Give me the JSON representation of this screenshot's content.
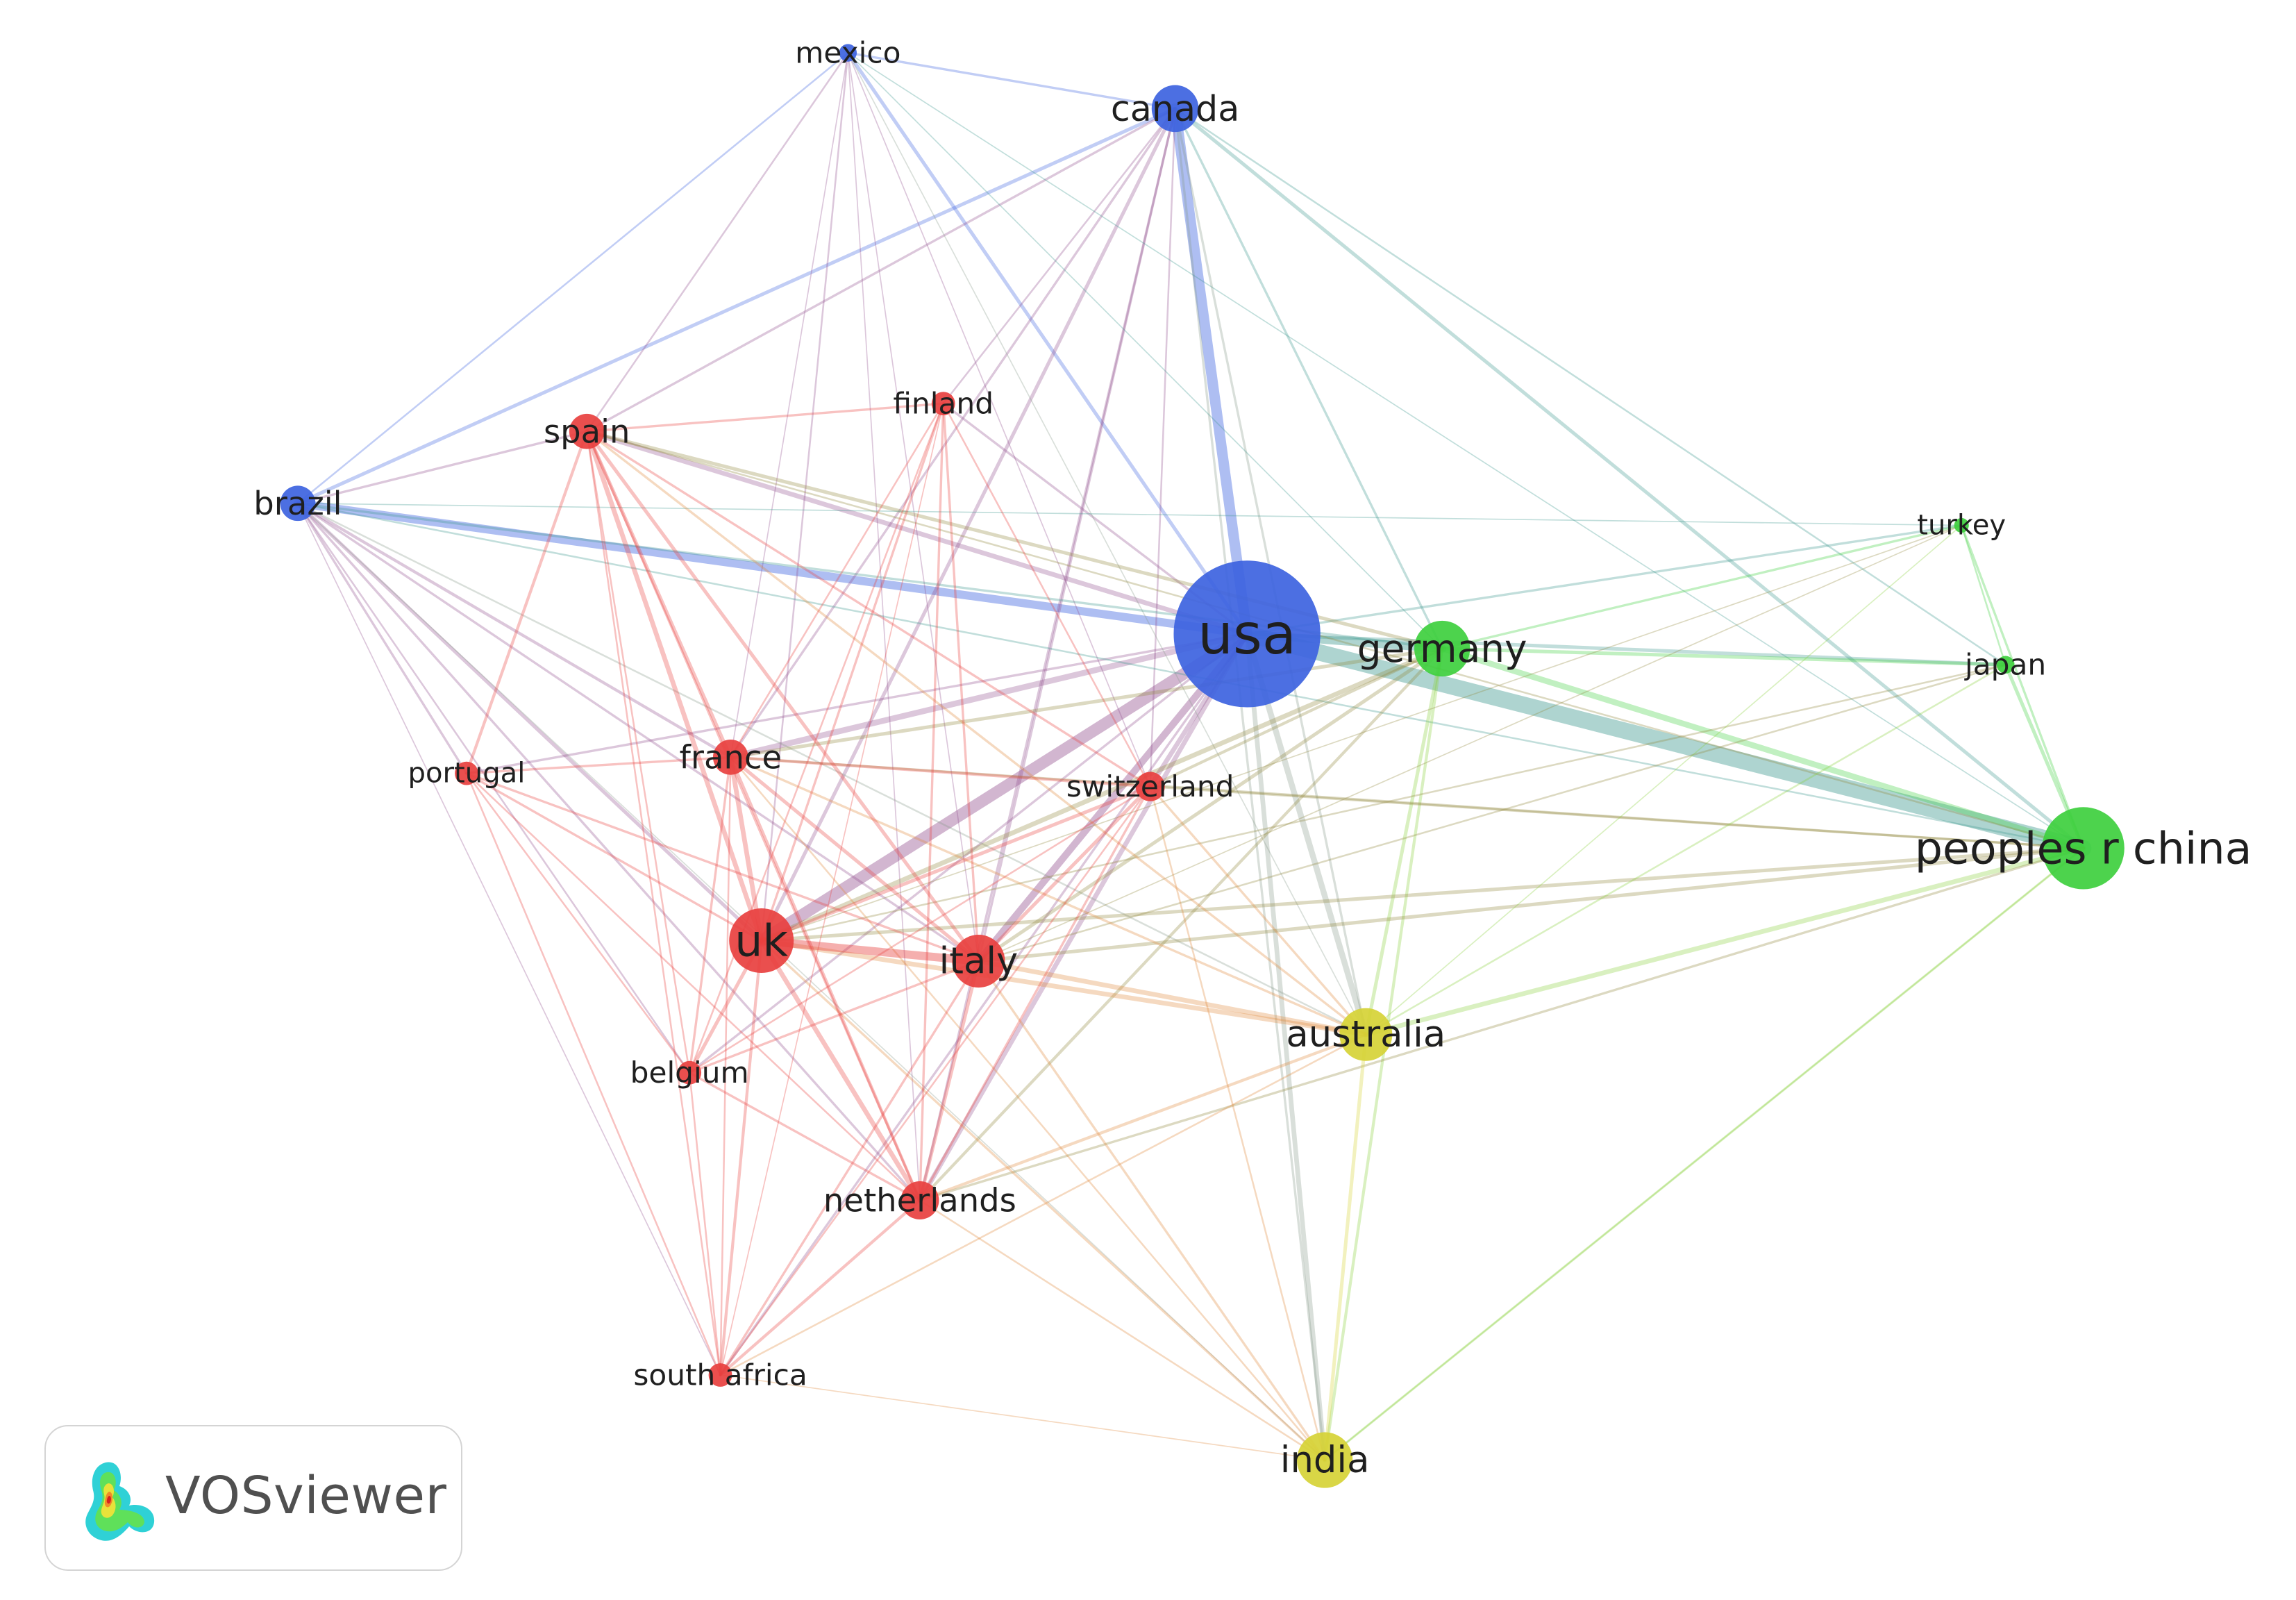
{
  "clusters": {
    "red": "#e8403f",
    "green": "#3ecf3e",
    "blue": "#3d63e0",
    "yellow": "#d6d236"
  },
  "nodes": {
    "usa": {
      "label": "usa",
      "cluster": "blue"
    },
    "canada": {
      "label": "canada",
      "cluster": "blue"
    },
    "mexico": {
      "label": "mexico",
      "cluster": "blue"
    },
    "brazil": {
      "label": "brazil",
      "cluster": "blue"
    },
    "germany": {
      "label": "germany",
      "cluster": "green"
    },
    "peoples_r_china": {
      "label": "peoples r china",
      "cluster": "green"
    },
    "japan": {
      "label": "japan",
      "cluster": "green"
    },
    "turkey": {
      "label": "turkey",
      "cluster": "green"
    },
    "australia": {
      "label": "australia",
      "cluster": "yellow"
    },
    "india": {
      "label": "india",
      "cluster": "yellow"
    },
    "uk": {
      "label": "uk",
      "cluster": "red"
    },
    "italy": {
      "label": "italy",
      "cluster": "red"
    },
    "france": {
      "label": "france",
      "cluster": "red"
    },
    "spain": {
      "label": "spain",
      "cluster": "red"
    },
    "finland": {
      "label": "finland",
      "cluster": "red"
    },
    "portugal": {
      "label": "portugal",
      "cluster": "red"
    },
    "switzerland": {
      "label": "switzerland",
      "cluster": "red"
    },
    "belgium": {
      "label": "belgium",
      "cluster": "red"
    },
    "netherlands": {
      "label": "netherlands",
      "cluster": "red"
    },
    "south_africa": {
      "label": "south africa",
      "cluster": "red"
    }
  },
  "logo": {
    "text": "VOSviewer",
    "icon": "vosviewer-heatmap-icon"
  }
}
